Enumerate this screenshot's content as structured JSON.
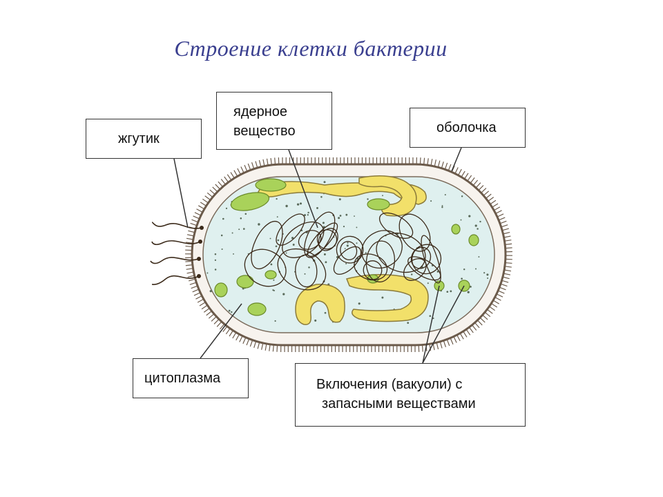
{
  "title": "Строение клетки бактерии",
  "labels": {
    "flagellum": "жгутик",
    "nucleoid_line1": "ядерное",
    "nucleoid_line2": "вещество",
    "membrane": "оболочка",
    "cytoplasm": "цитоплазма",
    "inclusions_line1": "Включения (вакуоли) с",
    "inclusions_line2": "запасными веществами"
  },
  "colors": {
    "title": "#3a3f8f",
    "cytoplasm": "#dff0ef",
    "membrane_outline": "#6b5a4a",
    "inclusion_green": "#a9d25a",
    "inclusion_yellow": "#f2e06a",
    "dna": "#3b2a1a"
  }
}
